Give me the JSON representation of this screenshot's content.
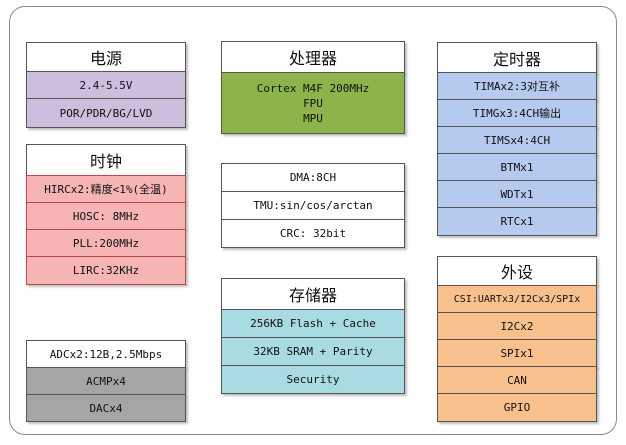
{
  "power": {
    "title": "电源",
    "items": [
      "2.4-5.5V",
      "POR/PDR/BG/LVD"
    ]
  },
  "clock": {
    "title": "时钟",
    "items": [
      "HIRCx2:精度<1%(全温)",
      "HOSC: 8MHz",
      "PLL:200MHz",
      "LIRC:32KHz"
    ]
  },
  "analog": {
    "items": [
      "ADCx2:12B,2.5Mbps",
      "ACMPx4",
      "DACx4"
    ]
  },
  "processor": {
    "title": "处理器",
    "lines": [
      "Cortex M4F 200MHz",
      "FPU",
      "MPU"
    ]
  },
  "accel": {
    "items": [
      "DMA:8CH",
      "TMU:sin/cos/arctan",
      "CRC: 32bit"
    ]
  },
  "memory": {
    "title": "存储器",
    "items": [
      "256KB Flash + Cache",
      "32KB SRAM + Parity",
      "Security"
    ]
  },
  "timer": {
    "title": "定时器",
    "items": [
      "TIMAx2:3对互补",
      "TIMGx3:4CH输出",
      "TIMSx4:4CH",
      "BTMx1",
      "WDTx1",
      "RTCx1"
    ]
  },
  "peripheral": {
    "title": "外设",
    "items": [
      "CSI:UARTx3/I2Cx3/SPIx",
      "I2Cx2",
      "SPIx1",
      "CAN",
      "GPIO"
    ]
  }
}
